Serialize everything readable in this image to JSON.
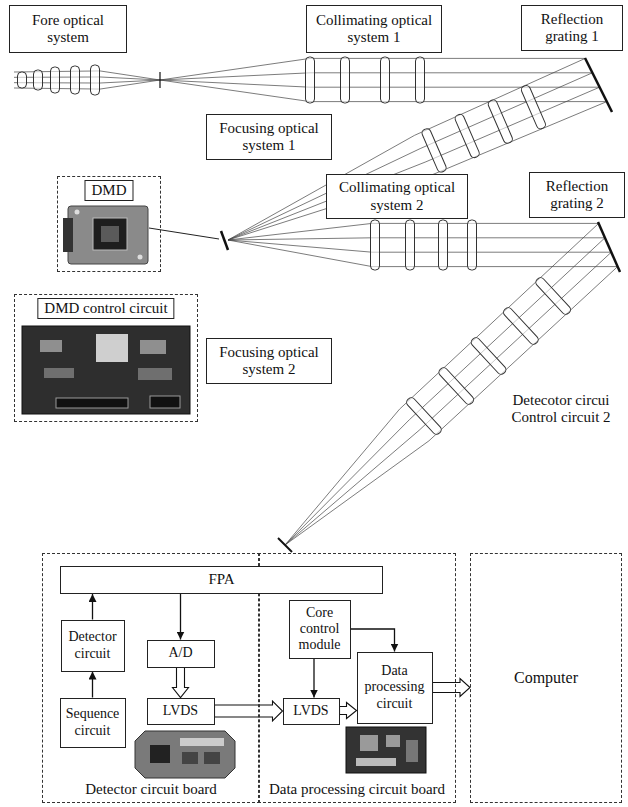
{
  "diagram": {
    "nodes": [
      {
        "text": [
          "Fore optical system"
        ]
      },
      {
        "text": [
          "Collimating optical system 1"
        ]
      },
      {
        "text": [
          "Reflection grating 1"
        ]
      },
      {
        "text": [
          "Focusing optical system 1"
        ]
      },
      {
        "text": [
          "DMD"
        ]
      },
      {
        "text": [
          "Collimating optical system 2"
        ]
      },
      {
        "text": [
          "Reflection grating 2"
        ]
      },
      {
        "text": [
          "DMD control circuit"
        ]
      },
      {
        "text": [
          "Focusing optical system 2"
        ]
      },
      {
        "text": [
          "FPA"
        ]
      },
      {
        "text": [
          "Detector circuit board"
        ]
      },
      {
        "text": [
          "Detector circuit"
        ],
        "in": 10
      },
      {
        "text": [
          "A/D"
        ],
        "in": 10
      },
      {
        "text": [
          "Sequence circuit"
        ],
        "in": 10
      },
      {
        "text": [
          "LVDS"
        ],
        "in": 10
      },
      {
        "text": [
          "Data processing circuit board"
        ]
      },
      {
        "text": [
          "Core control module"
        ],
        "in": 15
      },
      {
        "text": [
          "LVDS"
        ],
        "in": 15
      },
      {
        "text": [
          "Data processing circuit"
        ],
        "in": 15
      },
      {
        "text": [
          "Computer"
        ]
      }
    ],
    "edges": [
      {
        "from": 9,
        "to": 12,
        "arrow": "to"
      },
      {
        "from": 11,
        "to": 9,
        "arrow": "to"
      },
      {
        "from": 13,
        "to": 11,
        "arrow": "to"
      },
      {
        "from": 12,
        "to": 14,
        "arrow": "to"
      },
      {
        "from": 14,
        "to": 17,
        "arrow": "to"
      },
      {
        "from": 16,
        "to": 17,
        "arrow": "to"
      },
      {
        "from": 16,
        "to": 18,
        "arrow": "to"
      },
      {
        "from": 17,
        "to": 18,
        "arrow": "to"
      },
      {
        "from": 18,
        "to": 19,
        "arrow": "to"
      }
    ],
    "labels": [
      "Detecotor circui Control circuit 2"
    ]
  }
}
